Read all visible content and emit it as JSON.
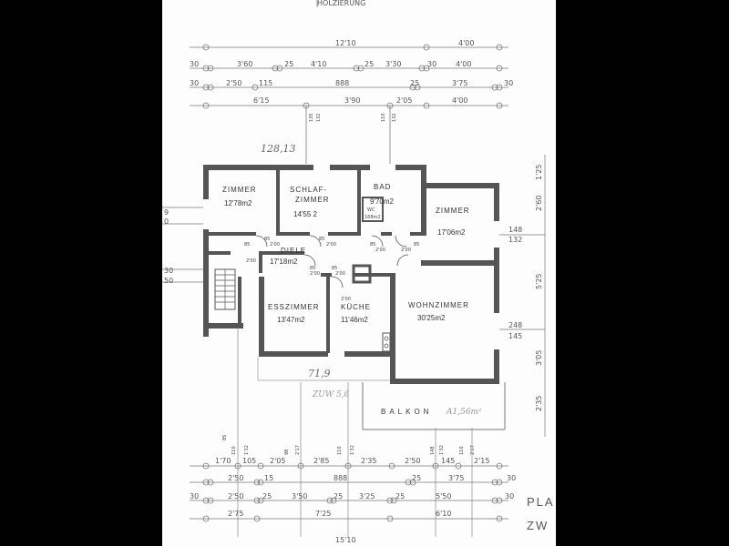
{
  "header": {
    "cut_text": "HOLZIERUNG"
  },
  "rooms": [
    {
      "name": "ZIMMER",
      "area": "12'78m2"
    },
    {
      "name_line1": "SCHLAF-",
      "name_line2": "ZIMMER",
      "area": "14'55 2"
    },
    {
      "name": "BAD",
      "area": "9'70m2"
    },
    {
      "name": "WC",
      "area": "168m2"
    },
    {
      "name": "ZIMMER",
      "area": "17'06m2"
    },
    {
      "name": "DIELE",
      "area": "17'18m2"
    },
    {
      "name": "ESSZIMMER",
      "area": "13'47m2"
    },
    {
      "name": "KÜCHE",
      "area": "11'46m2"
    },
    {
      "name": "WOHNZIMMER",
      "area": "30'25m2"
    },
    {
      "name": "BALKON",
      "area": ""
    }
  ],
  "handwritten": {
    "top_note": "128,13",
    "mid_note": "71,9",
    "balkon_note": "A1,56m²",
    "faint_note": "ZUW 5,6"
  },
  "title_block": {
    "line1": "PLA",
    "line2": "ZW"
  },
  "dimensions": {
    "top_row1": [
      "12'10",
      "4'00"
    ],
    "top_row2": [
      "30",
      "3'60",
      "25",
      "4'10",
      "25",
      "3'30",
      "30",
      "4'00"
    ],
    "top_row3": [
      "30",
      "2'50",
      "115",
      "888",
      "25",
      "3'75",
      "30"
    ],
    "top_row4": [
      "6'15",
      "3'90",
      "2'05",
      "4'00"
    ],
    "top_small": [
      "135",
      "132",
      "110",
      "132"
    ],
    "left_side": [
      "9",
      "0",
      "30",
      "50"
    ],
    "right_side": [
      "1'25",
      "2'60",
      "148",
      "132",
      "5'25",
      "248",
      "145",
      "3'05",
      "2'35"
    ],
    "vertical_mid": [
      "85",
      "110",
      "1'32",
      "98",
      "2'17",
      "110",
      "1'32",
      "148",
      "1'32",
      "110",
      "2'17"
    ],
    "bottom_row1": [
      "1'70",
      "105",
      "2'05",
      "2'85",
      "2'35",
      "2'50",
      "145",
      "2'15"
    ],
    "bottom_row2": [
      "2'50",
      "15",
      "888",
      "25",
      "3'75",
      "30"
    ],
    "bottom_row3": [
      "30",
      "2'50",
      "25",
      "3'50",
      "25",
      "3'25",
      "25",
      "5'50",
      "30"
    ],
    "bottom_row4": [
      "2'75",
      "7'25",
      "6'10"
    ],
    "bottom_cut": [
      "15'10"
    ]
  },
  "door_marks": [
    "85",
    "2'00",
    "85",
    "2'00",
    "85",
    "2'00",
    "85",
    "2'00",
    "85",
    "2'00",
    "85",
    "2'00",
    "85",
    "2'00",
    "2'00"
  ],
  "colors": {
    "wall": "#555555",
    "line": "#777777",
    "margin": "#000000"
  }
}
